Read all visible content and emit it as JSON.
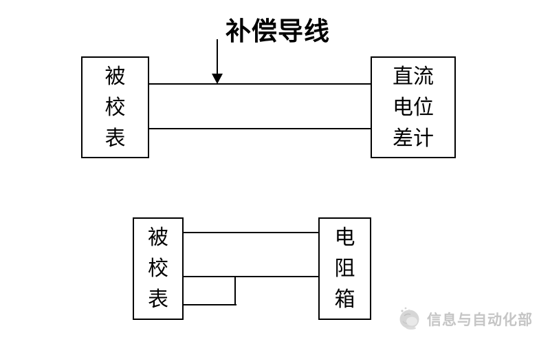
{
  "top_diagram": {
    "label": "补偿导线",
    "left_box": {
      "lines": [
        "被",
        "校",
        "表"
      ]
    },
    "right_box": {
      "lines": [
        "直流",
        "电位",
        "差计"
      ]
    }
  },
  "bottom_diagram": {
    "left_box": {
      "lines": [
        "被",
        "校",
        "表"
      ]
    },
    "right_box": {
      "lines": [
        "电",
        "阻",
        "箱"
      ]
    }
  },
  "watermark": {
    "text": "信息与自动化部",
    "icon": "logo-blob-icon",
    "text_color": "#c5c5c5"
  },
  "colors": {
    "line": "#000000",
    "background": "#ffffff"
  }
}
